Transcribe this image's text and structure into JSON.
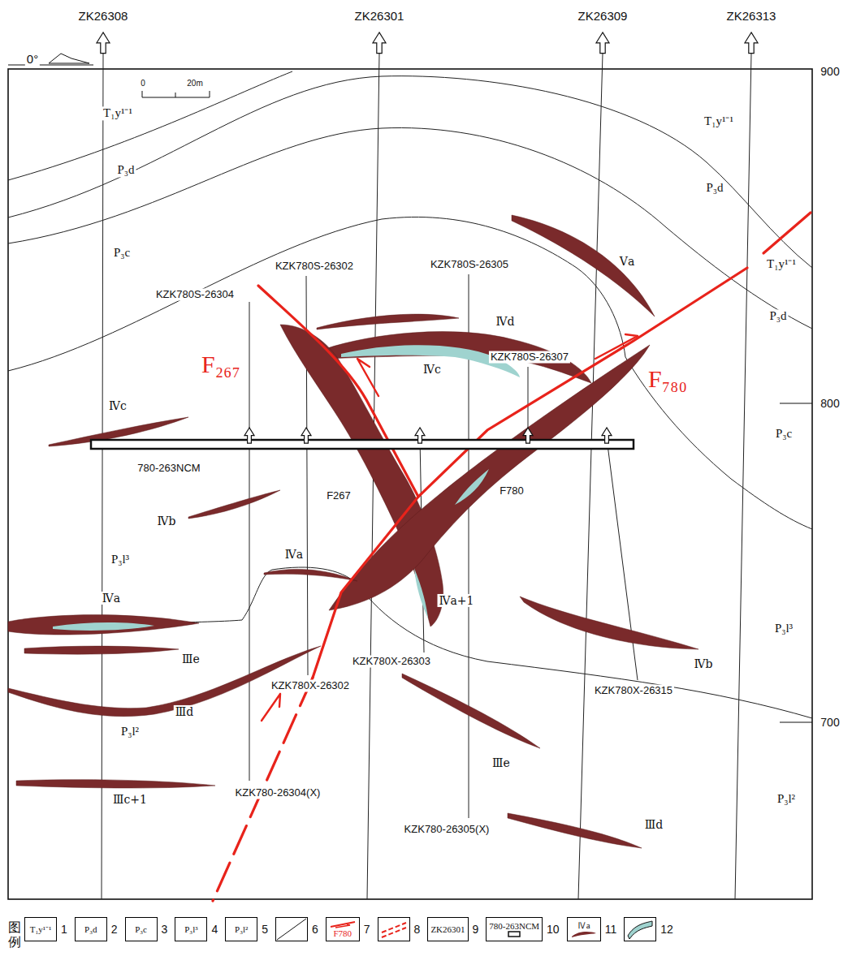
{
  "diagram": {
    "labels": [
      "0°",
      "0",
      "20m",
      "ZK26308",
      "ZK26301",
      "ZK26309",
      "ZK26313",
      "900",
      "800",
      "700",
      "T₁y¹⁻¹",
      "P₃d",
      "P₃c",
      "T₁y¹⁻¹",
      "P₃d",
      "T₁y¹⁻¹",
      "P₃d",
      "P₃c",
      "P₃l³",
      "P₃l³",
      "P₃l²",
      "P₃l²",
      "Ⅴa",
      "Ⅳd",
      "Ⅳc",
      "Ⅳc",
      "Ⅳb",
      "Ⅳa",
      "Ⅳa",
      "Ⅲe",
      "Ⅲd",
      "Ⅲc+1",
      "Ⅳa+1",
      "Ⅳb",
      "Ⅲe",
      "Ⅲd",
      "KZK780S-26302",
      "KZK780S-26304",
      "KZK780S-26305",
      "KZK780S-26307",
      "780-263NCM",
      "F267",
      "F780",
      "KZK780X-26303",
      "KZK780X-26302",
      "KZK780X-26315",
      "KZK780-26304(X)",
      "KZK780-26305(X)",
      "F₂₆₇",
      "F₇₈₀",
      "图例",
      "T₁y¹⁻¹",
      "P₃d",
      "P₃c",
      "P₃l³",
      "P₃l²",
      "F780",
      "ZK26301",
      "780-263NCM",
      "Ⅳa"
    ],
    "legend": [
      {
        "text": "1"
      },
      {
        "text": "2"
      },
      {
        "text": "3"
      },
      {
        "text": "4"
      },
      {
        "text": "5"
      },
      {
        "text": "6"
      },
      {
        "text": "7"
      },
      {
        "text": "8"
      },
      {
        "text": "9"
      },
      {
        "text": "10"
      },
      {
        "text": "11"
      },
      {
        "text": "12"
      }
    ]
  }
}
